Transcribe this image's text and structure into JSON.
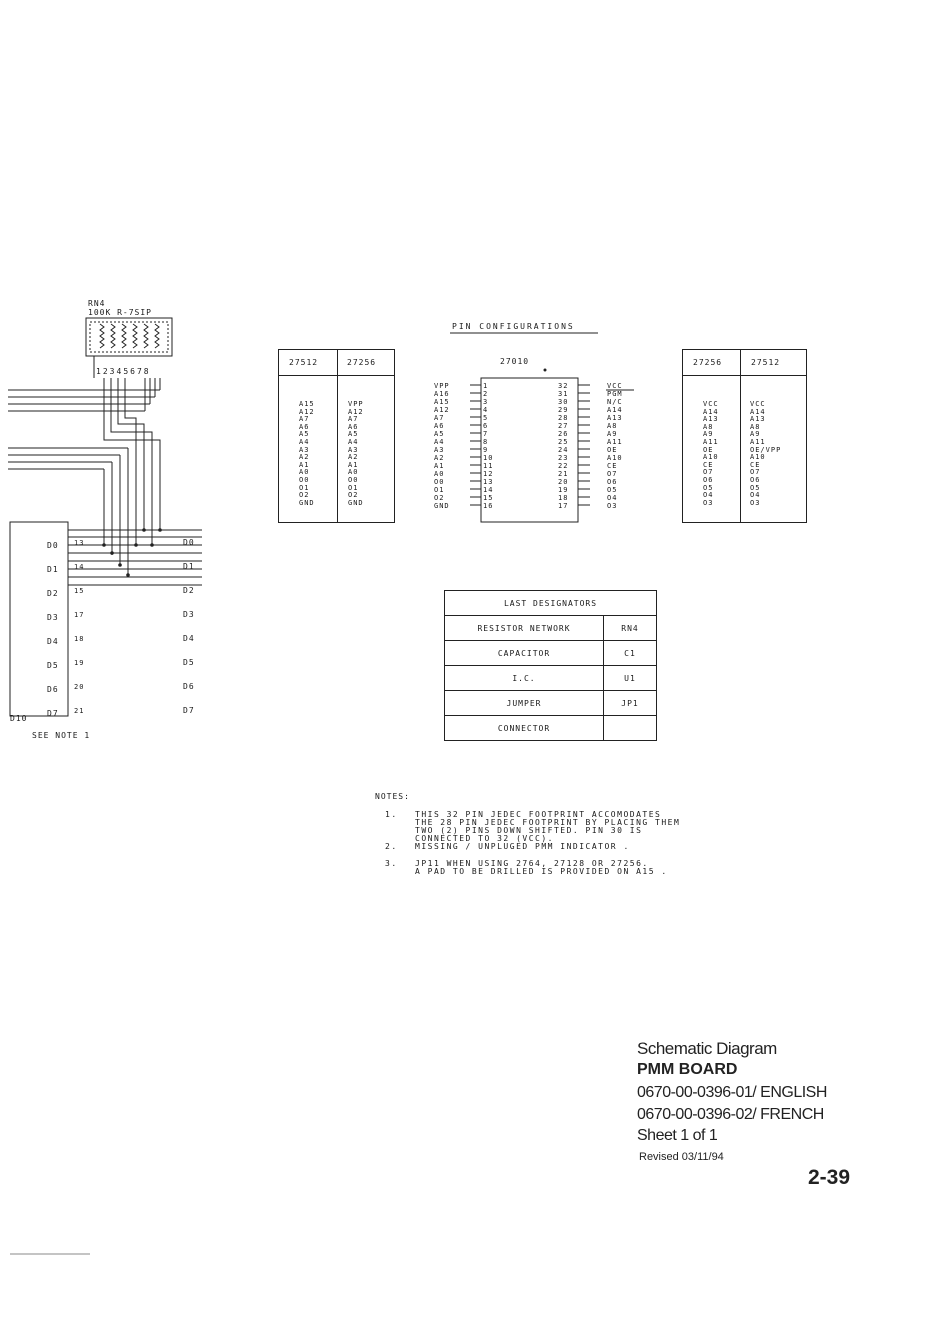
{
  "rn4": {
    "name": "RN4",
    "value": "100K R-7SIP",
    "pins": [
      "1",
      "2",
      "3",
      "4",
      "5",
      "6",
      "7",
      "8"
    ]
  },
  "left_ic": {
    "labels": [
      "D0",
      "D1",
      "D2",
      "D3",
      "D4",
      "D5",
      "D6",
      "D7"
    ],
    "pin_numbers": [
      "13",
      "14",
      "15",
      "17",
      "18",
      "19",
      "20",
      "21"
    ],
    "bus_labels": [
      "D0",
      "D1",
      "D2",
      "D3",
      "D4",
      "D5",
      "D6",
      "D7"
    ],
    "bottom_label": "D10",
    "see_note": "SEE NOTE 1"
  },
  "pin_config": {
    "title": "PIN CONFIGURATIONS",
    "left_table": {
      "headers": [
        "27512",
        "27256"
      ],
      "col1": [
        "A15",
        "A12",
        "A7",
        "A6",
        "A5",
        "A4",
        "A3",
        "A2",
        "A1",
        "A0",
        "O0",
        "O1",
        "O2",
        "GND"
      ],
      "col2": [
        "VPP",
        "A12",
        "A7",
        "A6",
        "A5",
        "A4",
        "A3",
        "A2",
        "A1",
        "A0",
        "O0",
        "O1",
        "O2",
        "GND"
      ]
    },
    "center_chip": {
      "name": "27010",
      "left_signals": [
        "VPP",
        "A16",
        "A15",
        "A12",
        "A7",
        "A6",
        "A5",
        "A4",
        "A3",
        "A2",
        "A1",
        "A0",
        "O0",
        "O1",
        "O2",
        "GND"
      ],
      "left_pins": [
        "1",
        "2",
        "3",
        "4",
        "5",
        "6",
        "7",
        "8",
        "9",
        "10",
        "11",
        "12",
        "13",
        "14",
        "15",
        "16"
      ],
      "right_pins": [
        "32",
        "31",
        "30",
        "29",
        "28",
        "27",
        "26",
        "25",
        "24",
        "23",
        "22",
        "21",
        "20",
        "19",
        "18",
        "17"
      ],
      "right_signals": [
        "VCC",
        "PGM",
        "N/C",
        "A14",
        "A13",
        "A8",
        "A9",
        "A11",
        "OE",
        "A10",
        "CE",
        "O7",
        "O6",
        "O5",
        "O4",
        "O3"
      ]
    },
    "right_table": {
      "headers": [
        "27256",
        "27512"
      ],
      "col1": [
        "VCC",
        "A14",
        "A13",
        "A8",
        "A9",
        "A11",
        "OE",
        "A10",
        "CE",
        "O7",
        "O6",
        "O5",
        "O4",
        "O3"
      ],
      "col2": [
        "VCC",
        "A14",
        "A13",
        "A8",
        "A9",
        "A11",
        "OE/VPP",
        "A10",
        "CE",
        "O7",
        "O6",
        "O5",
        "O4",
        "O3"
      ]
    }
  },
  "last_designators": {
    "title": "LAST DESIGNATORS",
    "rows": [
      {
        "label": "RESISTOR NETWORK",
        "value": "RN4"
      },
      {
        "label": "CAPACITOR",
        "value": "C1"
      },
      {
        "label": "I.C.",
        "value": "U1"
      },
      {
        "label": "JUMPER",
        "value": "JP1"
      },
      {
        "label": "CONNECTOR",
        "value": ""
      }
    ]
  },
  "notes": {
    "heading": "NOTES:",
    "items": [
      {
        "num": "1.",
        "lines": [
          "THIS 32 PIN JEDEC FOOTPRINT ACCOMODATES",
          "THE 28 PIN JEDEC FOOTPRINT BY PLACING THEM",
          "TWO (2) PINS DOWN SHIFTED. PIN 30 IS",
          "CONNECTED TO 32 (VCC)."
        ]
      },
      {
        "num": "2.",
        "lines": [
          "MISSING / UNPLUGED PMM INDICATOR ."
        ]
      },
      {
        "num": "3.",
        "lines": [
          "JP11 WHEN USING 2764, 27128 OR 27256.",
          "A PAD TO BE DRILLED IS PROVIDED ON A15 ."
        ]
      }
    ]
  },
  "title_block": {
    "line1": "Schematic Diagram",
    "line2": "PMM BOARD",
    "line3": "0670-00-0396-01/ ENGLISH",
    "line4": "0670-00-0396-02/ FRENCH",
    "line5": "Sheet 1 of 1",
    "revised": "Revised 03/11/94",
    "page_number": "2-39"
  }
}
